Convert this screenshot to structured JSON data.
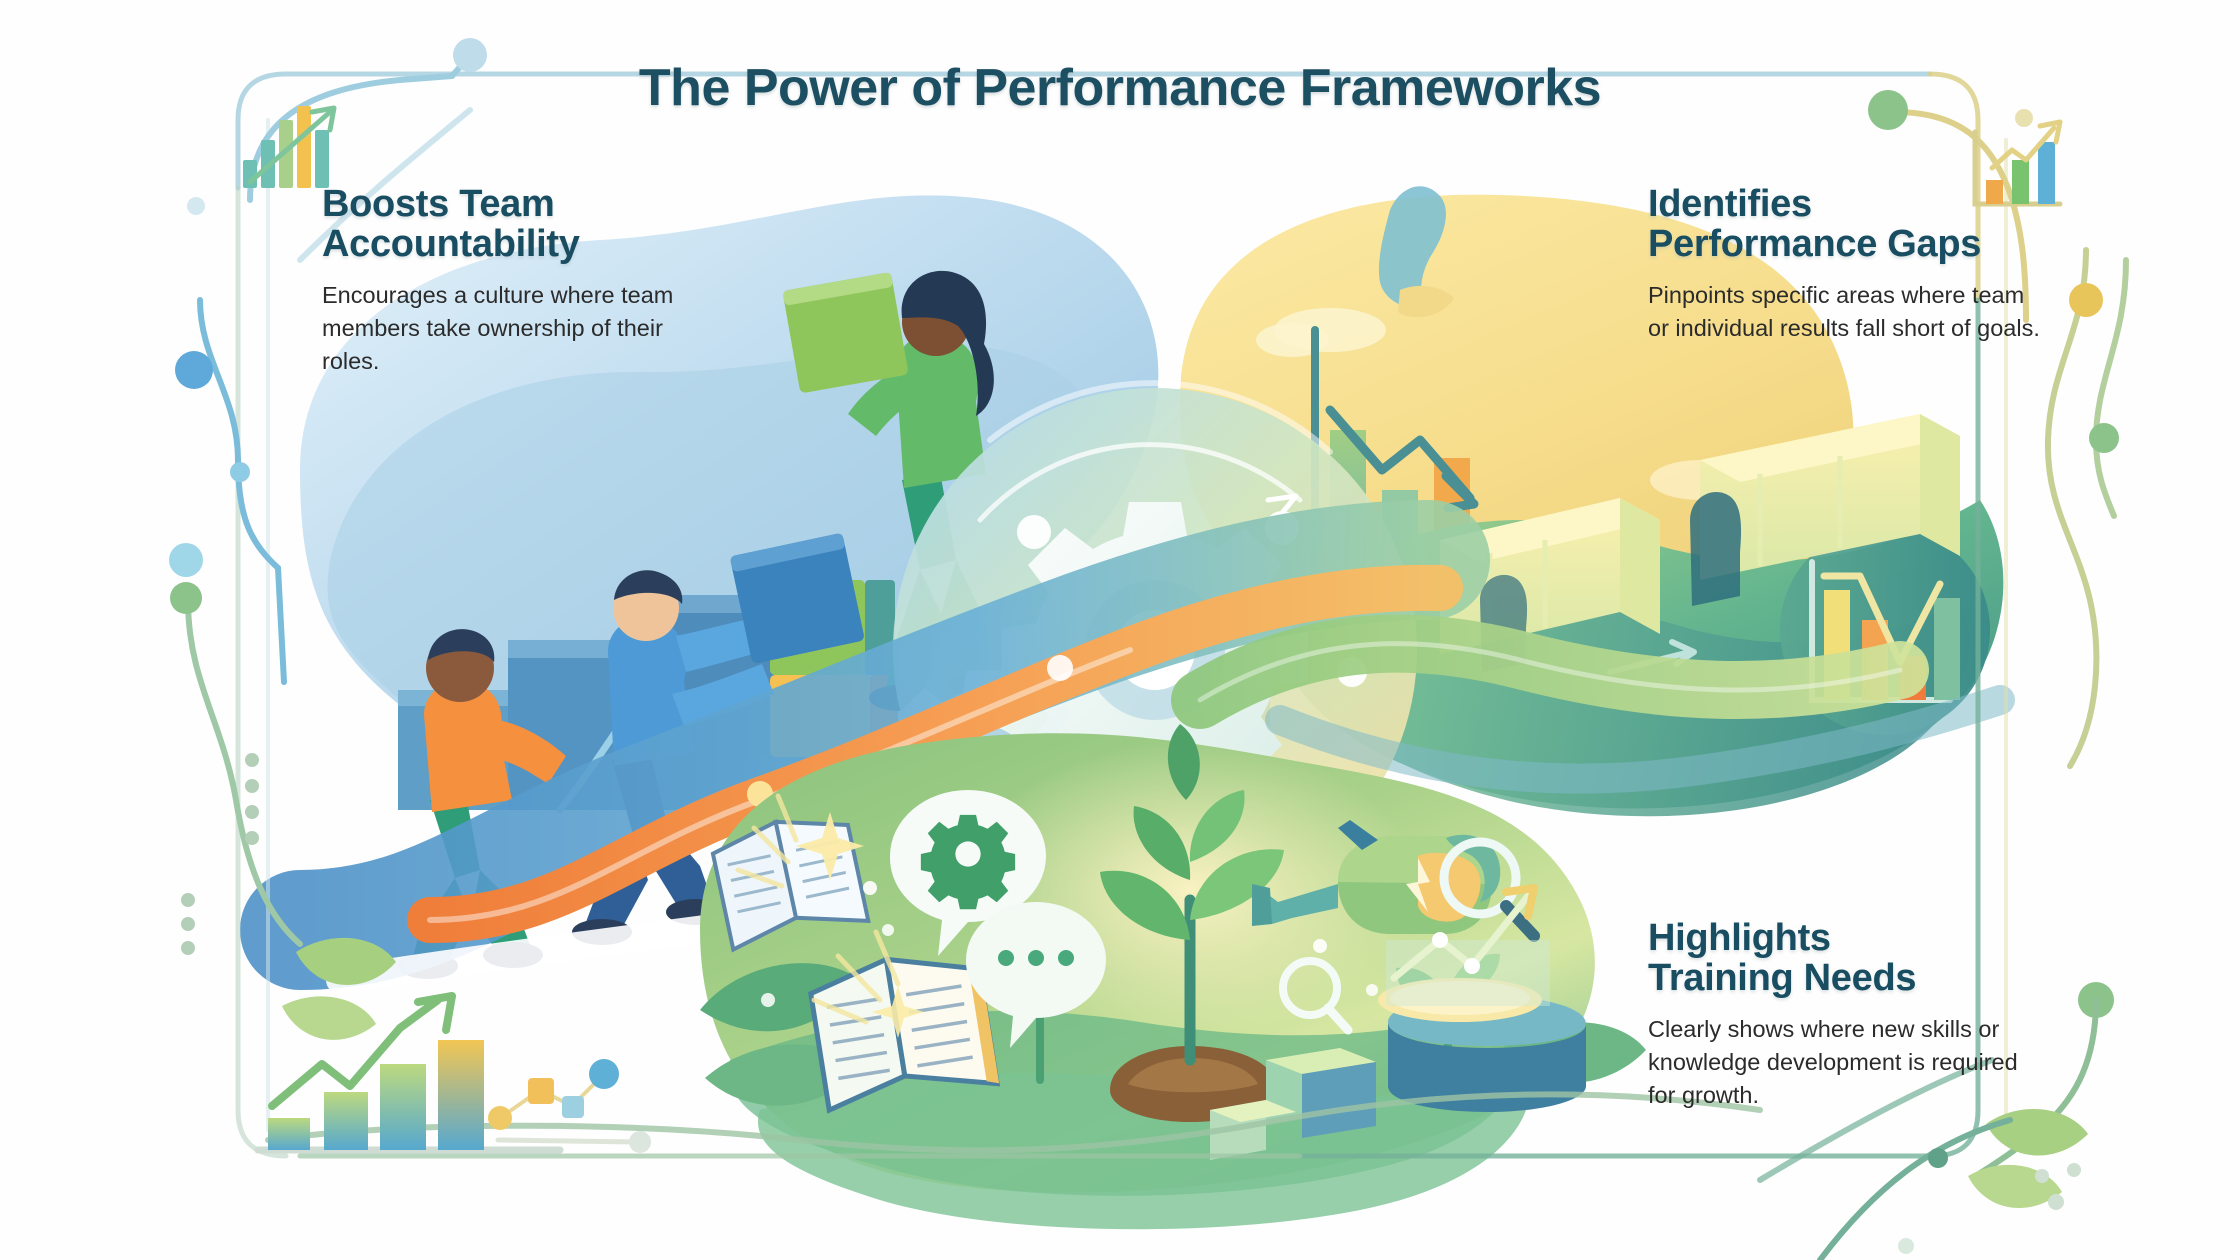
{
  "page": {
    "title": "The Power of Performance Frameworks",
    "background_color": "#fefefe",
    "heading_color": "#194d61",
    "body_text_color": "#2b2b2b"
  },
  "blocks": [
    {
      "id": "boosts-team-accountability",
      "heading": "Boosts Team Accountability",
      "heading_line1": "Boosts Team",
      "heading_line2": "Accountability",
      "body": "Encourages a culture where team members take ownership of their roles."
    },
    {
      "id": "identifies-performance-gaps",
      "heading": "Identifies Performance Gaps",
      "heading_line1": "Identifies",
      "heading_line2": "Performance Gaps",
      "body": "Pinpoints specific areas where team or individual results fall short of goals."
    },
    {
      "id": "highlights-training-needs",
      "heading": "Highlights Training Needs",
      "heading_line1": "Highlights",
      "heading_line2": "Training Needs",
      "body": "Clearly shows where new skills or knowledge development is required for growth."
    }
  ],
  "illustrations": {
    "left_scene": {
      "name": "team-climbing-steps",
      "blob_color": "#bcdcee",
      "figures": [
        {
          "name": "person-orange-shirt",
          "shirt": "#f5903f",
          "pants": "#2f9e78",
          "holding": "puzzle-piece",
          "piece_color": "#f5a34a"
        },
        {
          "name": "person-blue-shirt",
          "shirt": "#4e9ad6",
          "pants": "#2f5f96",
          "holding": "block",
          "piece_color": "#3b83bd"
        },
        {
          "name": "person-green-outfit",
          "shirt": "#63bb6a",
          "pants": "#2f9e78",
          "holding": "block",
          "piece_color": "#8fc65b"
        }
      ],
      "step_color": "#5a9ec9",
      "ribbon_color": "#f08a3c"
    },
    "center_scene": {
      "name": "gears-hub",
      "gear_color": "#eaf6f2",
      "background_gradient": [
        "#9fd0ea",
        "#cfe6a8",
        "#f7dd8e"
      ]
    },
    "right_scene": {
      "name": "performance-gap-landscape",
      "sun_color": "#f7dd8e",
      "hills_color": "#6fbf8e",
      "bridge_color": "#f2e09a",
      "declining_chart": {
        "name": "declining-bar-chart",
        "bars": [
          70,
          45,
          60,
          25
        ],
        "trend": "down"
      }
    },
    "bottom_scene": {
      "name": "growth-learning-garden",
      "field_color": "#9ecf7d",
      "icons": [
        "open-book",
        "open-book",
        "gear-speech-bubble",
        "chat-speech-bubble",
        "watering-can",
        "magnifier",
        "magnifier",
        "seedling",
        "podium-rising-chart"
      ]
    }
  },
  "decorations": {
    "frame": {
      "top_left_color": "#a8d0de",
      "top_right_color": "#ddd08a",
      "bottom_right_color": "#74b09a",
      "bottom_left_color": "#9dc4a4"
    },
    "corner_charts": [
      {
        "name": "mini-bar-chart-top-left",
        "bars": [
          30,
          55,
          75,
          95,
          65
        ],
        "colors": [
          "#6fc0b4",
          "#6fc0b4",
          "#a9d08a",
          "#f2c14e",
          "#6fc0b4"
        ],
        "arrow": "up"
      },
      {
        "name": "mini-bar-chart-top-right",
        "bars": [
          35,
          65,
          95
        ],
        "colors": [
          "#f0a94a",
          "#79c36f",
          "#5fb0d6"
        ],
        "arrow": "up"
      },
      {
        "name": "bar-chart-bottom-left",
        "bars": [
          30,
          55,
          78,
          100
        ],
        "arrow": "up"
      }
    ],
    "nodes": [
      {
        "color": "#5ea9d9"
      },
      {
        "color": "#8fd1ea"
      },
      {
        "color": "#8cc38a"
      },
      {
        "color": "#e8c55a"
      },
      {
        "color": "#8cc38a"
      },
      {
        "color": "#74b09a"
      }
    ]
  }
}
